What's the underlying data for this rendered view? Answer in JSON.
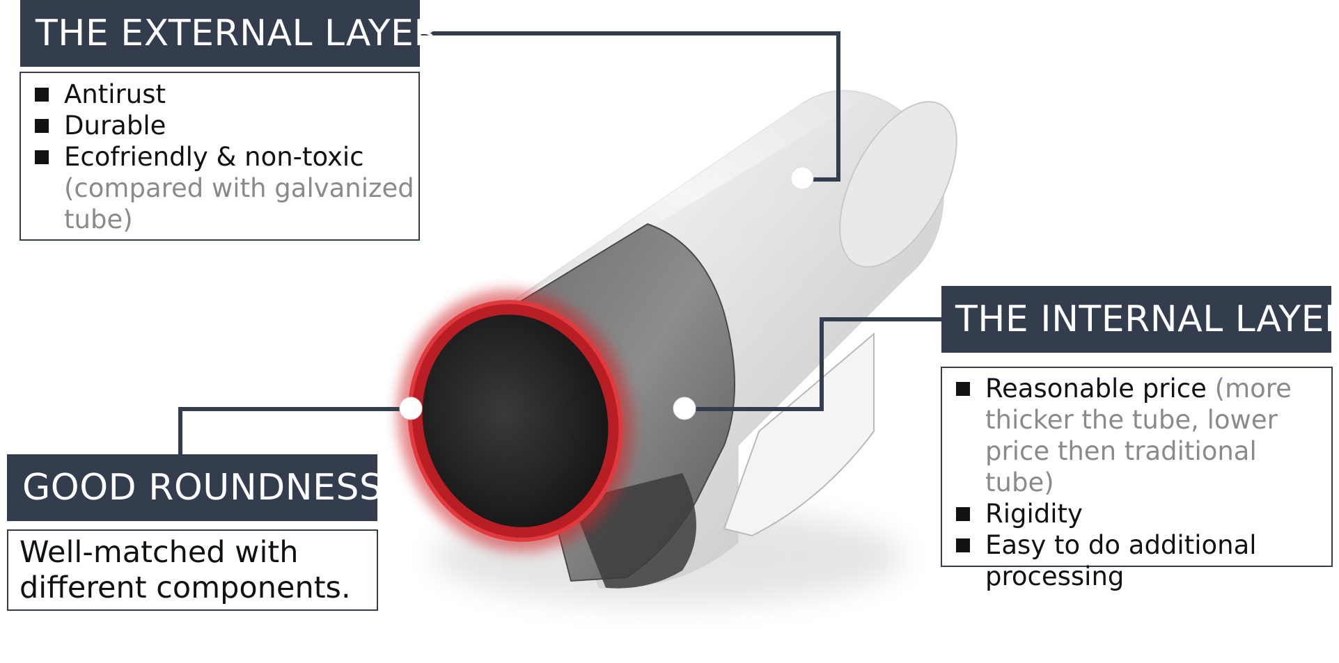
{
  "external_layer": {
    "title": "THE EXTERNAL LAYER",
    "items": [
      {
        "text": "Antirust",
        "note": ""
      },
      {
        "text": "Durable",
        "note": ""
      },
      {
        "text": "Ecofriendly & non-toxic",
        "note": "(compared with galvanized tube)"
      }
    ]
  },
  "internal_layer": {
    "title": "THE INTERNAL LAYER",
    "items": [
      {
        "text": "Reasonable price",
        "note": "(more thicker the tube, lower price then traditional tube)"
      },
      {
        "text": "Rigidity",
        "note": ""
      },
      {
        "text": "Easy to do additional processing",
        "note": ""
      }
    ]
  },
  "good_roundness": {
    "title": "GOOD ROUNDNESS",
    "description": "Well-matched with different components."
  },
  "colors": {
    "label_background": "#343d4e",
    "connector_line": "#343d4e",
    "highlight_ring": "#d0262b",
    "muted_text": "#8a8a8a"
  }
}
